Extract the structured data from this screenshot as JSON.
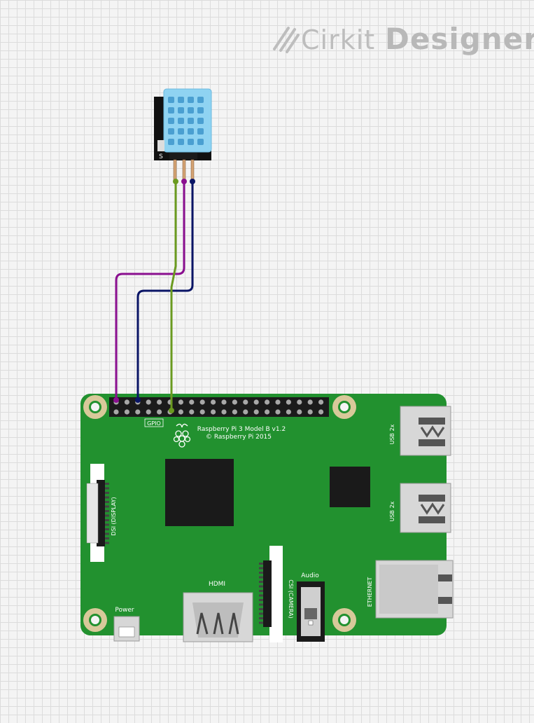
{
  "brand": {
    "name_light": "Cirkit",
    "name_bold": "Designer"
  },
  "sensor": {
    "silk_label": "S"
  },
  "board": {
    "gpio_label": "GPIO",
    "title": "Raspberry Pi 3 Model B v1.2",
    "copyright": "© Raspberry Pi 2015",
    "dsi_label": "DSI (DISPLAY)",
    "csi_label": "CSI (CAMERA)",
    "usb_label_1": "USB 2x",
    "usb_label_2": "USB 2x",
    "ethernet_label": "ETHERNET",
    "hdmi_label": "HDMI",
    "audio_label": "Audio",
    "power_label": "Power"
  },
  "wires": [
    {
      "name": "data-wire",
      "color": "#6a9a1f"
    },
    {
      "name": "vcc-wire",
      "color": "#8a0f8f"
    },
    {
      "name": "gnd-wire",
      "color": "#0a1566"
    }
  ],
  "colors": {
    "pcb": "#22912f",
    "sensor_blue": "#8fd3f2",
    "header": "#1b1b1b"
  }
}
